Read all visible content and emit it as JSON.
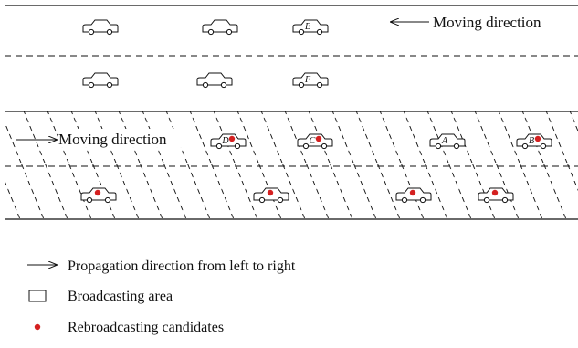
{
  "diagram": {
    "top_lanes": {
      "moving_direction_label": "Moving direction",
      "direction": "right-to-left",
      "lane1_cars": [
        {
          "label": ""
        },
        {
          "label": ""
        },
        {
          "label": "E"
        }
      ],
      "lane2_cars": [
        {
          "label": ""
        },
        {
          "label": ""
        },
        {
          "label": "F"
        }
      ]
    },
    "bottom_lanes": {
      "moving_direction_label": "Moving direction",
      "direction": "left-to-right",
      "lane3_cars": [
        {
          "label": "D",
          "candidate": true
        },
        {
          "label": "C",
          "candidate": true
        },
        {
          "label": "A",
          "candidate": false
        },
        {
          "label": "B",
          "candidate": true
        }
      ],
      "lane4_cars": [
        {
          "label": "",
          "candidate": true
        },
        {
          "label": "",
          "candidate": true
        },
        {
          "label": "",
          "candidate": true
        },
        {
          "label": "",
          "candidate": true
        }
      ]
    }
  },
  "legend": {
    "propagation": {
      "icon": "right-arrow-icon",
      "label": "Propagation direction from left to right"
    },
    "broadcasting": {
      "icon": "hatched-box-icon",
      "label": "Broadcasting area"
    },
    "rebroadcasting": {
      "icon": "red-dot-icon",
      "label": "Rebroadcasting candidates"
    }
  },
  "colors": {
    "line": "#111111",
    "candidate_dot": "#d42020"
  }
}
